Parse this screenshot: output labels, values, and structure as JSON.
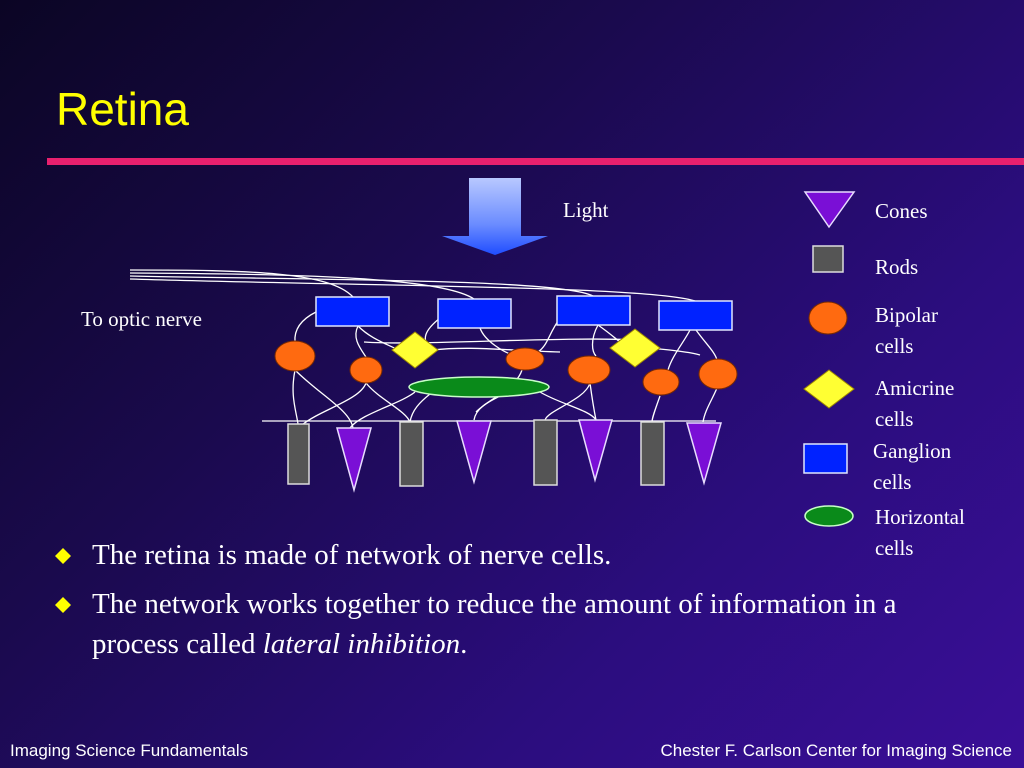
{
  "slide": {
    "title": "Retina",
    "accent_color": "#e8206e",
    "title_color": "#ffff00"
  },
  "diagram": {
    "light_label": "Light",
    "optic_nerve_label": "To optic nerve",
    "colors": {
      "cone": "#7a0fd6",
      "rod": "#555555",
      "bipolar": "#ff6a10",
      "amacrine": "#ffff33",
      "ganglion": "#0022ff",
      "horizontal": "#0a8a1a"
    }
  },
  "legend": [
    {
      "label": "Cones",
      "shape": "triangle-icon"
    },
    {
      "label": "Rods",
      "shape": "square-icon"
    },
    {
      "label": "Bipolar cells",
      "shape": "circle-icon"
    },
    {
      "label": "Amicrine cells",
      "shape": "diamond-icon"
    },
    {
      "label": "Ganglion cells",
      "shape": "rectangle-icon"
    },
    {
      "label": "Horizontal cells",
      "shape": "ellipse-icon"
    }
  ],
  "bullets": [
    {
      "text": "The retina is made of network of nerve cells."
    },
    {
      "text_before": "The network works together to reduce the amount of information in a process called ",
      "emphasis": "lateral inhibition",
      "text_after": "."
    }
  ],
  "footer": {
    "left": "Imaging Science Fundamentals",
    "right": "Chester F. Carlson Center for Imaging Science"
  }
}
